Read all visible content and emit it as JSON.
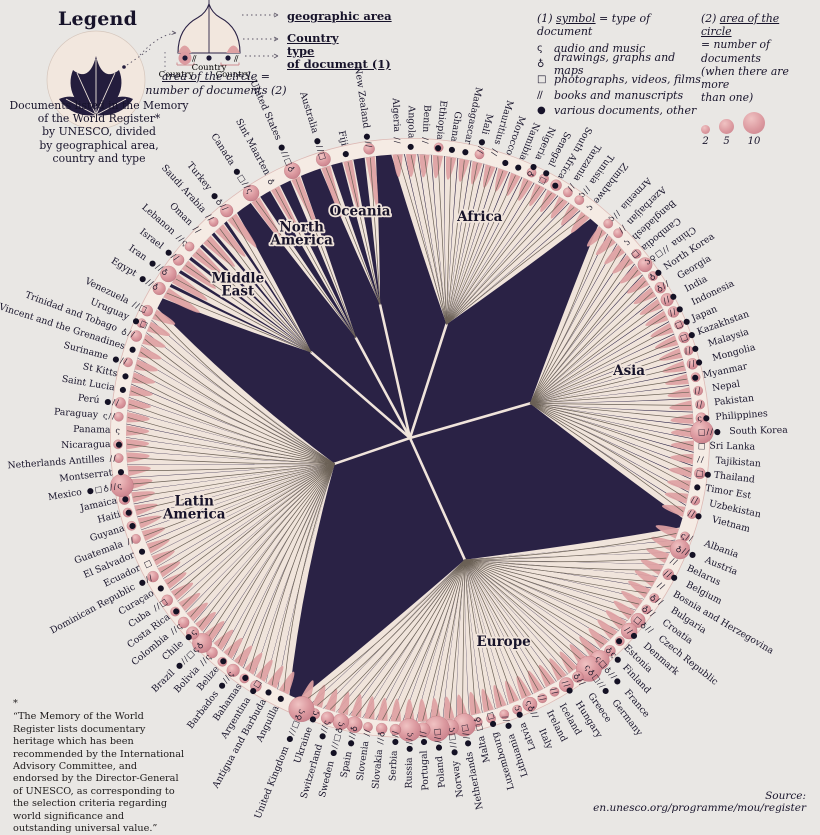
{
  "colors": {
    "background": "#e9e7e4",
    "dark": "#2a2245",
    "cream": "#f0e4db",
    "band": "#f5ebe4",
    "pink": "#dea1a3",
    "pink_circle_light": "#f0c3c3",
    "pink_circle_dark": "#c77f8a",
    "text": "#17132a",
    "vein": "#6b6156",
    "ring": "#dcb9b5"
  },
  "legend": {
    "title": "Legend",
    "description": "Documents listed in the Memory\nof the World Register*\nby UNESCO, divided\nby geographical area,\ncountry and type",
    "diagram": {
      "geo_label": "geographic area",
      "country_label": "Country",
      "type_label_1": "type",
      "type_label_2": "of document (1)",
      "mini_country": "Country",
      "area_note_underlined": "area of the circle",
      "area_note_rest": " =",
      "area_note_line2": "number of documents (2)"
    },
    "symbols": {
      "prefix": "(1) ",
      "word": "symbol",
      "rest": " = type of document",
      "items": [
        {
          "glyph": "ς",
          "label": "audio and music"
        },
        {
          "glyph": "♁",
          "label": "drawings, graphs and maps"
        },
        {
          "glyph": "□",
          "label": "photographs, videos, films"
        },
        {
          "glyph": "∕∕",
          "label": "books and manuscripts"
        },
        {
          "glyph": "●",
          "label": "various documents, other"
        }
      ]
    },
    "sizes": {
      "prefix": "(2) ",
      "word": "area of the circle",
      "line2": "= number of documents",
      "line3": "(when there are more",
      "line4": "than one)",
      "values": [
        "2",
        "5",
        "10"
      ]
    }
  },
  "footnote": {
    "mark": "*",
    "text": "“The Memory of the World Register lists documentary heritage which has been recommended by the International Advisory Committee, and endorsed by the Director-General of UNESCO, as corresponding to the selection criteria regarding world significance and outstanding universal value.”"
  },
  "source": "Source: en.unesco.org/programme/mou/register",
  "chart_data": {
    "type": "radial-tree",
    "title": "Documents listed in the Memory of the World Register by UNESCO, divided by geographical area, country and type",
    "unit": "documents",
    "center": [
      410,
      438
    ],
    "rim_radius": 292,
    "start_angle": -3.85,
    "gap_w": 0.7,
    "doc_types": {
      "a": {
        "glyph": "ς",
        "label": "audio and music"
      },
      "d": {
        "glyph": "♁",
        "label": "drawings, graphs and maps"
      },
      "p": {
        "glyph": "□",
        "label": "photographs, videos, films"
      },
      "b": {
        "glyph": "∕∕",
        "label": "books and manuscripts"
      },
      "v": {
        "glyph": "●",
        "label": "various documents, other"
      }
    },
    "regions": [
      {
        "name": "Africa",
        "label_lines": [
          "Africa"
        ],
        "slot_w": 1,
        "branch_r": 0.42,
        "petal_frac": 0.95,
        "tip_len": 46,
        "countries": [
          [
            "Algeria",
            "b",
            1
          ],
          [
            "Angola",
            "v",
            1
          ],
          [
            "Benin",
            "b",
            1
          ],
          [
            "Ethiopia",
            "v",
            2
          ],
          [
            "Ghana",
            "v",
            1
          ],
          [
            "Madagascar",
            "v",
            1
          ],
          [
            "Mali",
            "bv",
            2
          ],
          [
            "Mauritius",
            "b",
            1
          ],
          [
            "Morocco",
            "v",
            1
          ],
          [
            "Namibia",
            "v",
            1
          ],
          [
            "Nigeria",
            "dv",
            2
          ],
          [
            "Senegal",
            "pv",
            2
          ],
          [
            "South Africa",
            "v",
            3
          ],
          [
            "Tanzania",
            "b",
            2
          ],
          [
            "Tunisia",
            "ab",
            2
          ],
          [
            "Zimbabwe",
            "a",
            1
          ]
        ]
      },
      {
        "name": "Asia",
        "label_lines": [
          "Asia"
        ],
        "slot_w": 1,
        "branch_r": 0.44,
        "petal_frac": 0.95,
        "tip_len": 46,
        "countries": [
          [
            "Armenia",
            "ab",
            2
          ],
          [
            "Azerbaijan",
            "b",
            2
          ],
          [
            "Bangladesh",
            "a",
            1
          ],
          [
            "Cambodia",
            "p",
            2
          ],
          [
            "China",
            "adpb",
            5
          ],
          [
            "North Korea",
            "dv",
            2
          ],
          [
            "Georgia",
            "db",
            3
          ],
          [
            "India",
            "bv",
            4
          ],
          [
            "Indonesia",
            "bv",
            3
          ],
          [
            "Japan",
            "pv",
            2
          ],
          [
            "Kazakhstan",
            "pv",
            3
          ],
          [
            "Malaysia",
            "bv",
            2
          ],
          [
            "Mongolia",
            "bv",
            3
          ],
          [
            "Myanmar",
            "v",
            2
          ],
          [
            "Nepal",
            "b",
            2
          ],
          [
            "Pakistan",
            "b",
            2
          ],
          [
            "Philippines",
            "av",
            3
          ],
          [
            "South Korea",
            "pbv",
            10
          ],
          [
            "Sri Lanka",
            "p",
            1
          ],
          [
            "Tajikistan",
            "b",
            1
          ],
          [
            "Thailand",
            "pv",
            3
          ],
          [
            "Timor Est",
            "v",
            1
          ],
          [
            "Uzbekistan",
            "b",
            2
          ],
          [
            "Vietnam",
            "bv",
            2
          ]
        ]
      },
      {
        "name": "Europe",
        "label_lines": [
          "Europe"
        ],
        "slot_w": 1,
        "branch_r": 0.47,
        "petal_frac": 0.97,
        "tip_len": 46,
        "countries": [
          [
            "Albania",
            "ab",
            2
          ],
          [
            "Austria",
            "dbv",
            8
          ],
          [
            "Belarus",
            "b",
            1
          ],
          [
            "Belgium",
            "bv",
            3
          ],
          [
            "Bosnia and Herzegovina",
            "b",
            1
          ],
          [
            "Bulgaria",
            "db",
            2
          ],
          [
            "Croatia",
            "db",
            2
          ],
          [
            "Czech Republic",
            "pdb",
            5
          ],
          [
            "Denmark",
            "bv",
            6
          ],
          [
            "Estonia",
            "v",
            2
          ],
          [
            "Finland",
            "dav",
            3
          ],
          [
            "France",
            "apdbv",
            8
          ],
          [
            "Germany",
            "adpbv",
            12
          ],
          [
            "Greece",
            "db",
            3
          ],
          [
            "Hungary",
            "bv",
            5
          ],
          [
            "Iceland",
            "b",
            2
          ],
          [
            "Ireland",
            "b",
            2
          ],
          [
            "Italy",
            "adb",
            5
          ],
          [
            "Latvia",
            "av",
            2
          ],
          [
            "Lithuania",
            "bv",
            2
          ],
          [
            "Luxembourg",
            "pv",
            2
          ],
          [
            "Malta",
            "dp",
            2
          ],
          [
            "Netherlands",
            "pbv",
            10
          ],
          [
            "Norway",
            "apbv",
            6
          ],
          [
            "Poland",
            "pbv",
            12
          ],
          [
            "Portugal",
            "bv",
            5
          ],
          [
            "Russia",
            "abv",
            10
          ],
          [
            "Serbia",
            "bv",
            3
          ],
          [
            "Slovakia",
            "db",
            3
          ],
          [
            "Slovenia",
            "b",
            2
          ],
          [
            "Spain",
            "dbv",
            6
          ],
          [
            "Sweden",
            "adpbv",
            6
          ],
          [
            "Switzerland",
            "abv",
            4
          ],
          [
            "Ukraine",
            "av",
            3
          ],
          [
            "United Kingdom",
            "adpbv",
            14
          ]
        ]
      },
      {
        "name": "Latin America",
        "label_lines": [
          "Latin",
          "America"
        ],
        "slot_w": 1,
        "branch_r": 0.28,
        "petal_frac": 0.97,
        "tip_len": 46,
        "countries": [
          [
            "Anguilla",
            "v",
            1
          ],
          [
            "Antigua and Barbuda",
            "v",
            1
          ],
          [
            "Argentina",
            "pv",
            3
          ],
          [
            "Bahamas",
            "v",
            2
          ],
          [
            "Barbados",
            "abv",
            4
          ],
          [
            "Belize",
            "v",
            2
          ],
          [
            "Bolivia",
            "ab",
            3
          ],
          [
            "Brazil",
            "dapbv",
            8
          ],
          [
            "Chile",
            "av",
            4
          ],
          [
            "Colombia",
            "ab",
            3
          ],
          [
            "Costa Rica",
            "v",
            2
          ],
          [
            "Cuba",
            "pb",
            3
          ],
          [
            "Curaçao",
            "v",
            1
          ],
          [
            "Dominican Republic",
            "bv",
            3
          ],
          [
            "Ecuador",
            "p",
            1
          ],
          [
            "El Salvador",
            "v",
            1
          ],
          [
            "Guatemala",
            "b",
            2
          ],
          [
            "Guyana",
            "v",
            2
          ],
          [
            "Haiti",
            "v",
            2
          ],
          [
            "Jamaica",
            "v",
            3
          ],
          [
            "Mexico",
            "abdpv",
            10
          ],
          [
            "Montserrat",
            "v",
            1
          ],
          [
            "Netherlands Antilles",
            "b",
            2
          ],
          [
            "Nicaragua",
            "v",
            2
          ],
          [
            "Panama",
            "a",
            1
          ],
          [
            "Paraguay",
            "ba",
            2
          ],
          [
            "Perú",
            "bv",
            3
          ],
          [
            "Saint Lucia",
            "v",
            1
          ],
          [
            "St Kitts",
            "v",
            1
          ],
          [
            "Suriname",
            "bv",
            2
          ],
          [
            "St. Vincent and the Grenadines",
            "v",
            1
          ],
          [
            "Trinidad and Tobago",
            "bd",
            3
          ],
          [
            "Uruguay",
            "pv",
            2
          ],
          [
            "Venezuela",
            "pb",
            3
          ]
        ]
      },
      {
        "name": "Middle East",
        "label_lines": [
          "Middle",
          "East"
        ],
        "slot_w": 1.25,
        "branch_r": 0.46,
        "petal_frac": 0.8,
        "tip_len": 78,
        "countries": [
          [
            "Egypt",
            "dbv",
            4
          ],
          [
            "Iran",
            "dbv",
            6
          ],
          [
            "Israel",
            "bv",
            3
          ],
          [
            "Lebanon",
            "ab",
            2
          ],
          [
            "Oman",
            "b",
            1
          ],
          [
            "Saudi Arabia",
            "b",
            2
          ],
          [
            "Turkey",
            "bdv",
            4
          ]
        ]
      },
      {
        "name": "North America",
        "label_lines": [
          "North",
          "America"
        ],
        "slot_w": 1.7,
        "branch_r": 0.4,
        "petal_frac": 0.5,
        "tip_len": 105,
        "countries": [
          [
            "Canada",
            "abpv",
            6
          ],
          [
            "Sint Maarten",
            "d",
            1
          ],
          [
            "United States",
            "dpbv",
            6
          ]
        ]
      },
      {
        "name": "Oceania",
        "label_lines": [
          "Oceania"
        ],
        "slot_w": 1.7,
        "branch_r": 0.48,
        "petal_frac": 0.5,
        "tip_len": 105,
        "countries": [
          [
            "Australia",
            "pbv",
            5
          ],
          [
            "Fiji",
            "v",
            1
          ],
          [
            "New Zealand",
            "bv",
            3
          ]
        ]
      }
    ]
  }
}
